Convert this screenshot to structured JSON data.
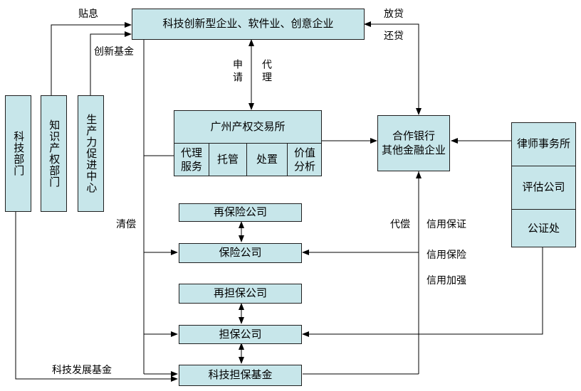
{
  "boxes": {
    "tech_enterprises": "科技创新型企业、软件业、创意企业",
    "tech_department": "科技部门",
    "ip_department": "知识产权部门",
    "productivity_center": "生产力促进中心",
    "exchange_title": "广州产权交易所",
    "exchange_cells": [
      "代理\n服务",
      "托管",
      "处置",
      "价值\n分析"
    ],
    "banks": "合作银行\n其他金融企业",
    "law_firm": "律师事务所",
    "appraisal": "评估公司",
    "notary": "公证处",
    "reinsurance": "再保险公司",
    "insurance": "保险公司",
    "reguarantee": "再担保公司",
    "guarantee": "担保公司",
    "guarantee_fund": "科技担保基金"
  },
  "labels": {
    "subsidy": "贴息",
    "innovation_fund": "创新基金",
    "lend": "放贷",
    "repay": "还贷",
    "apply": "申请",
    "agent": "代理",
    "settle": "清偿",
    "compensate": "代偿",
    "credit_guarantee": "信用保证",
    "credit_insurance": "信用保险",
    "credit_enhance": "信用加强",
    "dev_fund": "科技发展基金"
  }
}
